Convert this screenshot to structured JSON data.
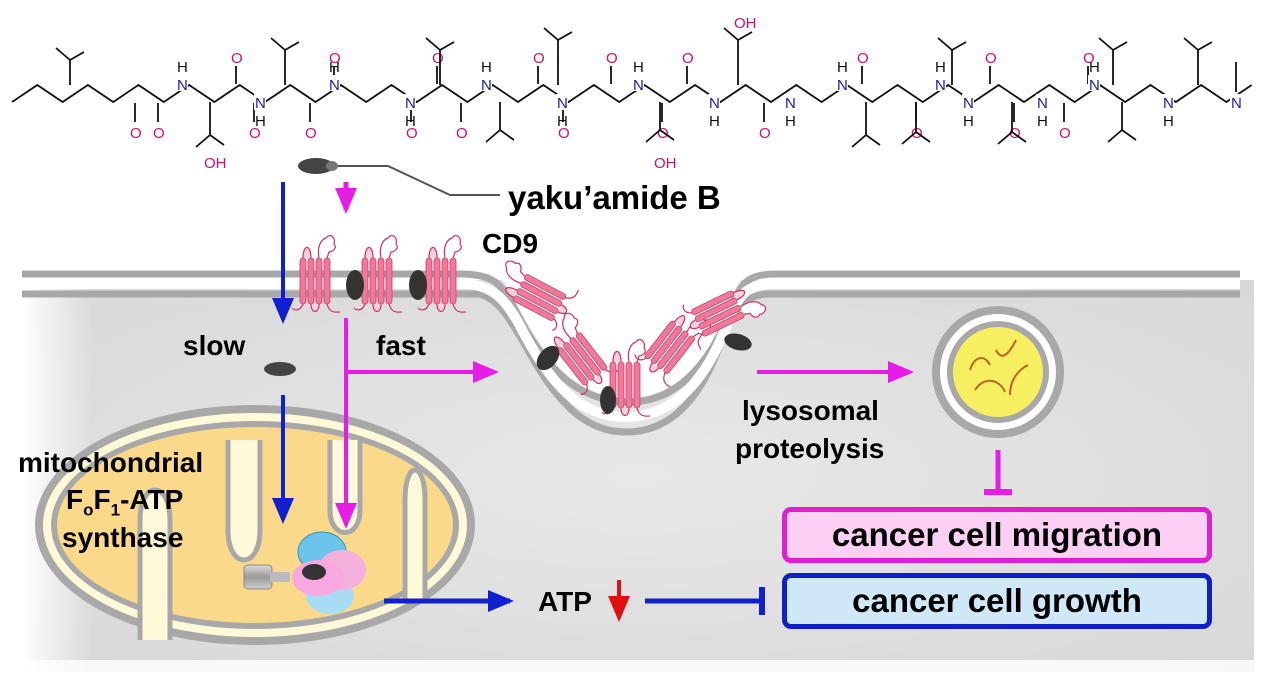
{
  "molecule": {
    "name": "yaku'amide B",
    "atom_labels": {
      "nitrogen": "N",
      "hydrogen": "H",
      "oxygen": "O",
      "hydroxyl": "OH"
    }
  },
  "labels": {
    "compound": "yaku’amide B",
    "receptor": "CD9",
    "slow_path": "slow",
    "fast_path": "fast",
    "mito_line1": "mitochondrial",
    "mito_line2_F": "F",
    "mito_line2_sub_o": "o",
    "mito_line2_F1": "F",
    "mito_line2_sub_1": "1",
    "mito_line2_rest": "-ATP",
    "mito_line3": "synthase",
    "lysosome_line1": "lysosomal",
    "lysosome_line2": "proteolysis",
    "atp": "ATP"
  },
  "outcomes": [
    {
      "label": "cancer cell migration",
      "border": "#e020d0",
      "fill": "#fbd0f4"
    },
    {
      "label": "cancer cell growth",
      "border": "#1020c8",
      "fill": "#cfe8f8"
    }
  ],
  "colors": {
    "slow_arrow": "#1020d0",
    "fast_arrow": "#e81ce8",
    "atp_down": "#e01010",
    "membrane": "#a8a8a8",
    "cytoplasm": "#e6e6e6",
    "mito_fill": "#fbd98a",
    "tetraspanin": "#f07898",
    "lysosome_fill": "#f6f060",
    "nitrogen": "#1a1aa0",
    "oxygen": "#cc1070"
  },
  "relations": [
    {
      "from": "yaku'amide B",
      "to": "CD9",
      "type": "activation",
      "path": "fast"
    },
    {
      "from": "yaku'amide B",
      "to": "mitochondrial FoF1-ATP synthase",
      "type": "activation",
      "path": "slow"
    },
    {
      "from": "CD9",
      "to": "lysosomal proteolysis",
      "type": "activation"
    },
    {
      "from": "lysosomal proteolysis",
      "to": "cancer cell migration",
      "type": "inhibition"
    },
    {
      "from": "mitochondrial FoF1-ATP synthase",
      "to": "ATP",
      "type": "activation"
    },
    {
      "from": "ATP",
      "to": "cancer cell growth",
      "type": "inhibition"
    }
  ]
}
